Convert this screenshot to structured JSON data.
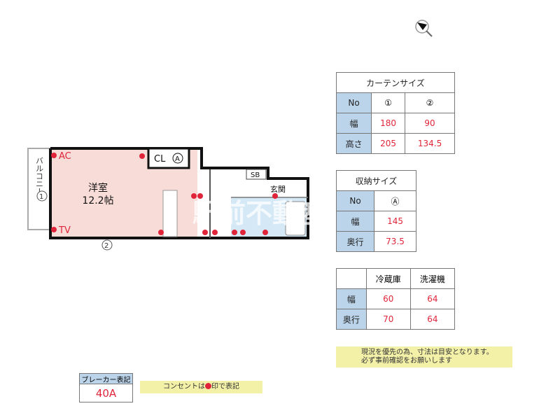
{
  "compass": {
    "icon": "north-arrow-icon"
  },
  "plan": {
    "balcony": "バルコニー",
    "room_name": "洋室",
    "room_size": "12.2帖",
    "closet": "CL",
    "closet_mark": "A",
    "shoe_box": "SB",
    "entrance": "玄関",
    "ac": "AC",
    "tv": "TV",
    "window1": "1",
    "window2": "2",
    "watermark": "駅前不動産",
    "colors": {
      "room": "#f8dcd8",
      "bath": "#d4e8f6",
      "outlet": "#e0253a"
    }
  },
  "curtain": {
    "title": "カーテンサイズ",
    "cols": [
      "No",
      "①",
      "②"
    ],
    "rows": [
      [
        "幅",
        "180",
        "90"
      ],
      [
        "高さ",
        "205",
        "134.5"
      ]
    ]
  },
  "storage": {
    "title": "収納サイズ",
    "cols": [
      "No",
      "Ⓐ"
    ],
    "rows": [
      [
        "幅",
        "145"
      ],
      [
        "奥行",
        "73.5"
      ]
    ]
  },
  "appliance": {
    "cols": [
      "",
      "冷蔵庫",
      "洗濯機"
    ],
    "rows": [
      [
        "幅",
        "60",
        "64"
      ],
      [
        "奥行",
        "70",
        "64"
      ]
    ]
  },
  "notice": {
    "line1": "現況を優先の為、寸法は目安となります。",
    "line2": "必ず事前確認をお願いします"
  },
  "breaker": {
    "label": "ブレーカー表記",
    "value": "40A"
  },
  "outlet_note": {
    "before": "コンセントは",
    "after": "印で表記"
  }
}
